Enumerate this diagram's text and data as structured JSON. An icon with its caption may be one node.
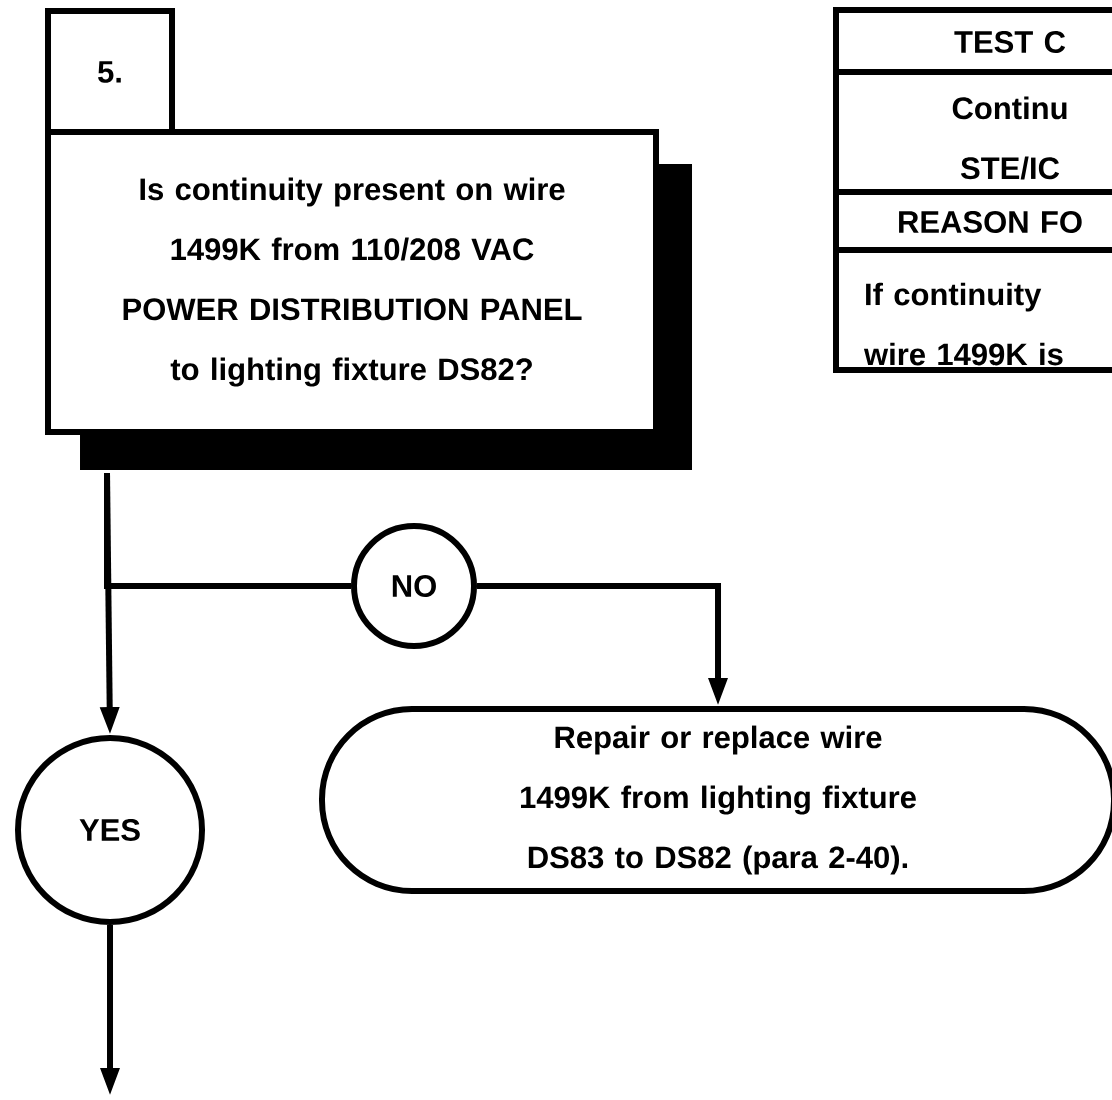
{
  "diagram": {
    "nodes": [
      {
        "text": [
          "5."
        ]
      },
      {
        "text": [
          "Is continuity present on wire 1499K from 110/208 VAC POWER DISTRIBUTION PANEL to lighting fixture DS82?"
        ]
      },
      {
        "text": [
          "NO"
        ]
      },
      {
        "text": [
          "Repair or replace wire 1499K from lighting fixture DS83 to DS82 (para 2-40)."
        ]
      },
      {
        "text": [
          "YES"
        ]
      }
    ],
    "edges": [
      {
        "from": 1,
        "to": 2,
        "arrow": "none"
      },
      {
        "from": 2,
        "to": 3,
        "arrow": "to"
      },
      {
        "from": 1,
        "to": 4,
        "arrow": "to"
      },
      {
        "from": 4,
        "to": null,
        "arrow": "to"
      }
    ],
    "labels": [
      "TEST C",
      "Continu STE/IC",
      "REASON FO",
      "If continuity wire 1499K is"
    ]
  }
}
